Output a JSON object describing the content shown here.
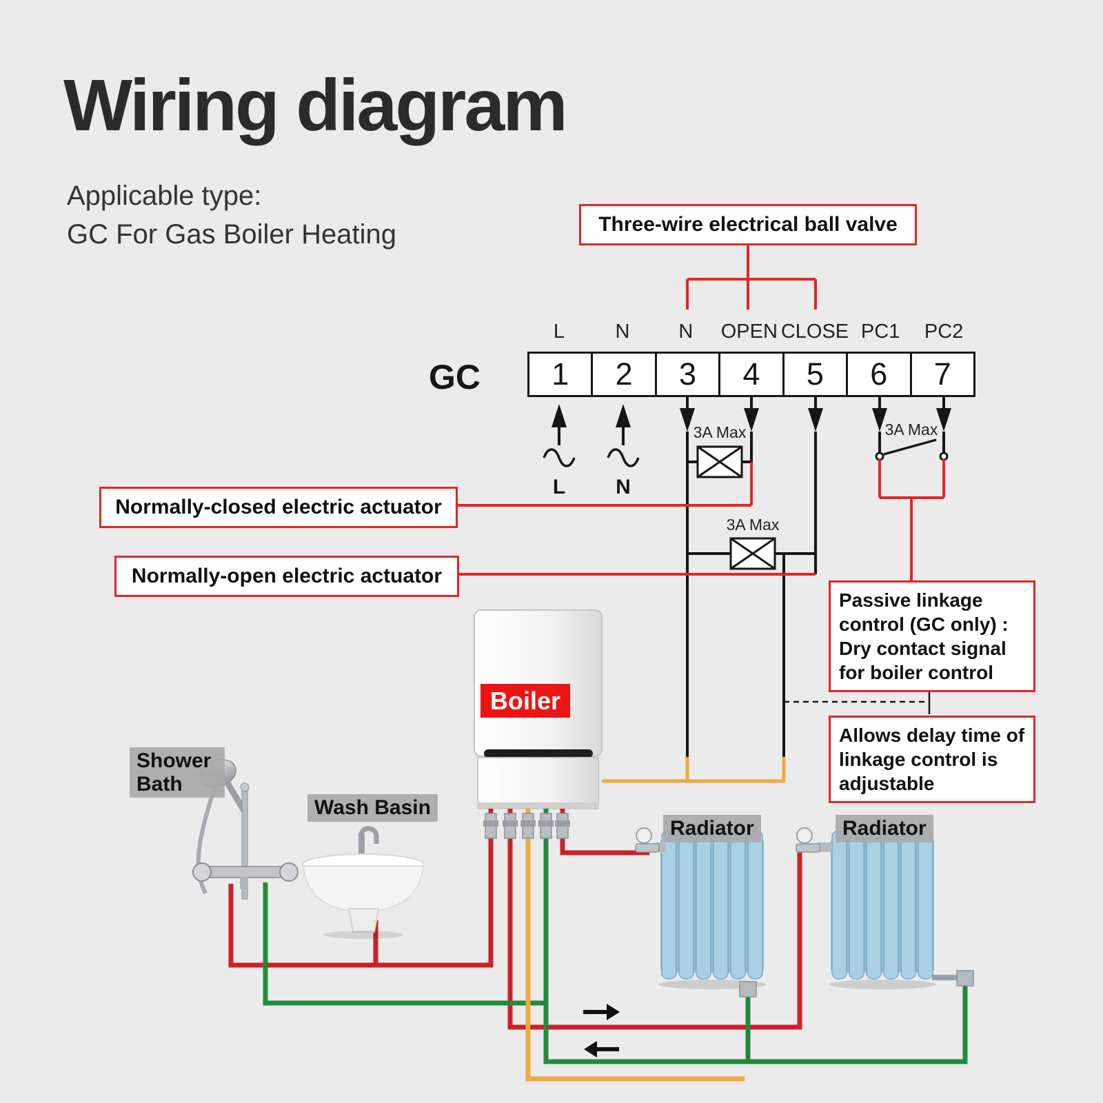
{
  "title": "Wiring diagram",
  "subtitle": {
    "line1": "Applicable type:",
    "line2": "GC For Gas Boiler Heating"
  },
  "terminal_block": {
    "device_label": "GC",
    "pin_labels": [
      "L",
      "N",
      "N",
      "OPEN",
      "CLOSE",
      "PC1",
      "PC2"
    ],
    "pin_numbers": [
      "1",
      "2",
      "3",
      "4",
      "5",
      "6",
      "7"
    ]
  },
  "callouts": {
    "ball_valve": "Three-wire electrical ball valve",
    "nc_actuator": "Normally-closed electric actuator",
    "no_actuator": "Normally-open electric actuator",
    "passive_linkage": "Passive linkage control (GC only) : Dry contact signal for boiler control",
    "delay_note": "Allows delay time of linkage control is adjustable"
  },
  "annotations": {
    "fuse_labels": [
      "3A Max",
      "3A Max",
      "3A Max"
    ],
    "ac_line": "L",
    "ac_neutral": "N"
  },
  "equipment": {
    "boiler": "Boiler",
    "shower": "Shower Bath",
    "wash_basin": "Wash Basin",
    "radiators": [
      "Radiator",
      "Radiator"
    ]
  },
  "colors": {
    "callout_red": "#e42527",
    "hot_pipe_red": "#cc2127",
    "return_pipe_green": "#218a3c",
    "dhw_pipe_orange": "#efa93f",
    "radiator_blue": "#a9d0e3",
    "background": "#ebebeb"
  }
}
